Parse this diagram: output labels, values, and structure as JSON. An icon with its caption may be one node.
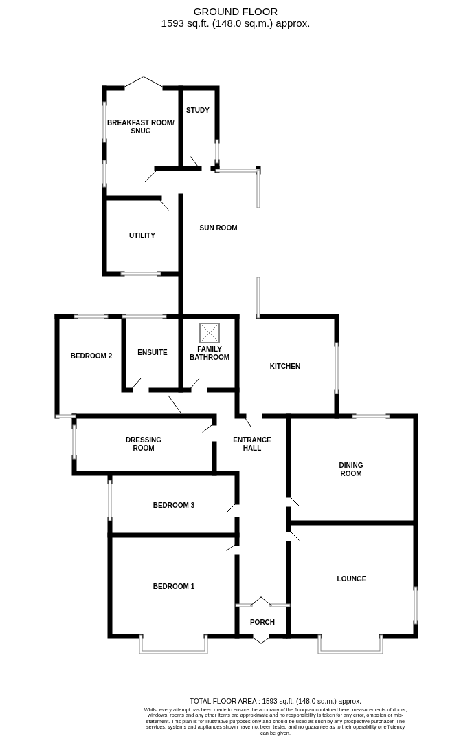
{
  "diagram": {
    "title": "GROUND FLOOR",
    "labels": [
      "1593 sq.ft. (148.0 sq.m.) approx.",
      "BREAKFAST ROOM/ SNUG",
      "STUDY",
      "UTILITY",
      "SUN ROOM",
      "BEDROOM 2",
      "ENSUITE",
      "FAMILY BATHROOM",
      "KITCHEN",
      "DRESSING ROOM",
      "ENTRANCE HALL",
      "DINING ROOM",
      "BEDROOM 3",
      "BEDROOM 1",
      "LOUNGE",
      "PORCH",
      "TOTAL FLOOR AREA : 1593 sq.ft. (148.0 sq.m.) approx.",
      "Whilst every attempt has been made to ensure the accuracy of the floorplan contained here, measurements of doors, windows, rooms and any other items are approximate and no responsibility is taken for any error, omission or mis-statement. This plan is for illustrative purposes only and should be used as such by any prospective purchaser. The services, systems and appliances shown have not been tested and no guarantee as to their operability or efficiency can be given."
    ]
  }
}
